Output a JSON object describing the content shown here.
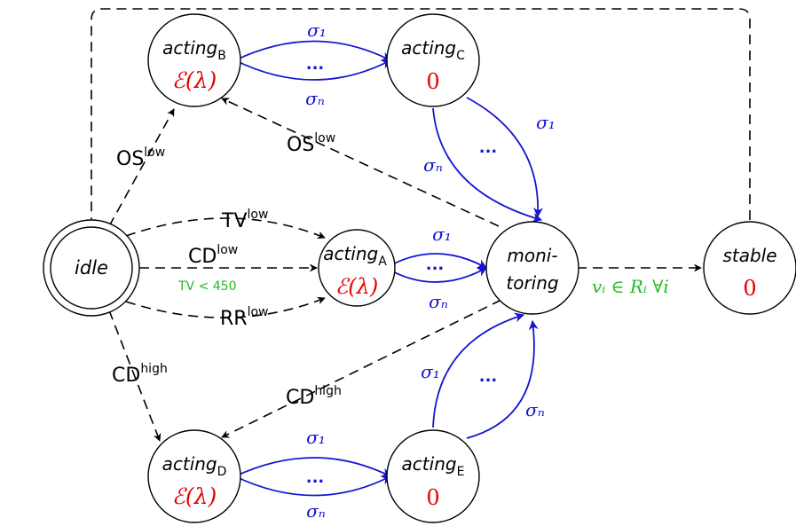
{
  "colors": {
    "transition": "#1414d2",
    "reward": "#e60000",
    "condition": "#22bb22",
    "edge": "#000000"
  },
  "nodes": {
    "idle": {
      "label": "idle"
    },
    "acting_a": {
      "label": "acting",
      "sub": "A",
      "value": "ℰ(λ)"
    },
    "acting_b": {
      "label": "acting",
      "sub": "B",
      "value": "ℰ(λ)"
    },
    "acting_c": {
      "label": "acting",
      "sub": "C",
      "value": "0"
    },
    "acting_d": {
      "label": "acting",
      "sub": "D",
      "value": "ℰ(λ)"
    },
    "acting_e": {
      "label": "acting",
      "sub": "E",
      "value": "0"
    },
    "monitoring": {
      "line1": "moni-",
      "line2": "toring"
    },
    "stable": {
      "label": "stable",
      "value": "0"
    }
  },
  "edges": {
    "idle_to_b": {
      "base": "OS",
      "sup": "low"
    },
    "monitoring_to_b": {
      "base": "OS",
      "sup": "low"
    },
    "idle_to_a_tv": {
      "base": "TV",
      "sup": "low"
    },
    "idle_to_a_cd": {
      "base": "CD",
      "sup": "low",
      "condition": "TV < 450"
    },
    "idle_to_a_rr": {
      "base": "RR",
      "sup": "low"
    },
    "idle_to_d": {
      "base": "CD",
      "sup": "high"
    },
    "monitoring_to_d": {
      "base": "CD",
      "sup": "high"
    },
    "monitoring_to_stable": {
      "condition": "vᵢ ∈ Rᵢ ∀i"
    }
  },
  "transitions": {
    "first": "σ₁",
    "dots": "...",
    "last": "σₙ"
  }
}
